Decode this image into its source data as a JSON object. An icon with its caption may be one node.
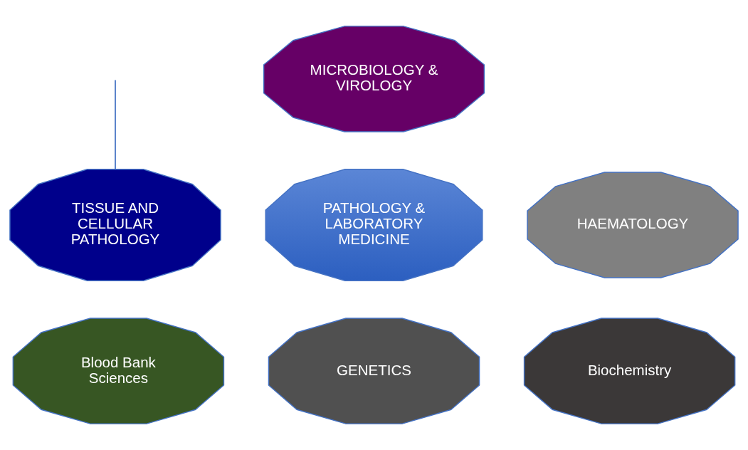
{
  "diagram": {
    "nodes": [
      {
        "text": [
          "MICROBIOLOGY & VIROLOGY"
        ]
      },
      {
        "text": [
          "TISSUE AND CELLULAR PATHOLOGY"
        ]
      },
      {
        "text": [
          "HAEMATOLOGY"
        ]
      },
      {
        "text": [
          "PATHOLOGY & LABORATORY MEDICINE"
        ]
      },
      {
        "text": [
          "Blood Bank Sciences"
        ]
      },
      {
        "text": [
          "Biochemistry"
        ]
      },
      {
        "text": [
          "GENETICS"
        ]
      }
    ],
    "edges": [
      {
        "from": null,
        "to": 1,
        "arrow": "none"
      }
    ]
  }
}
